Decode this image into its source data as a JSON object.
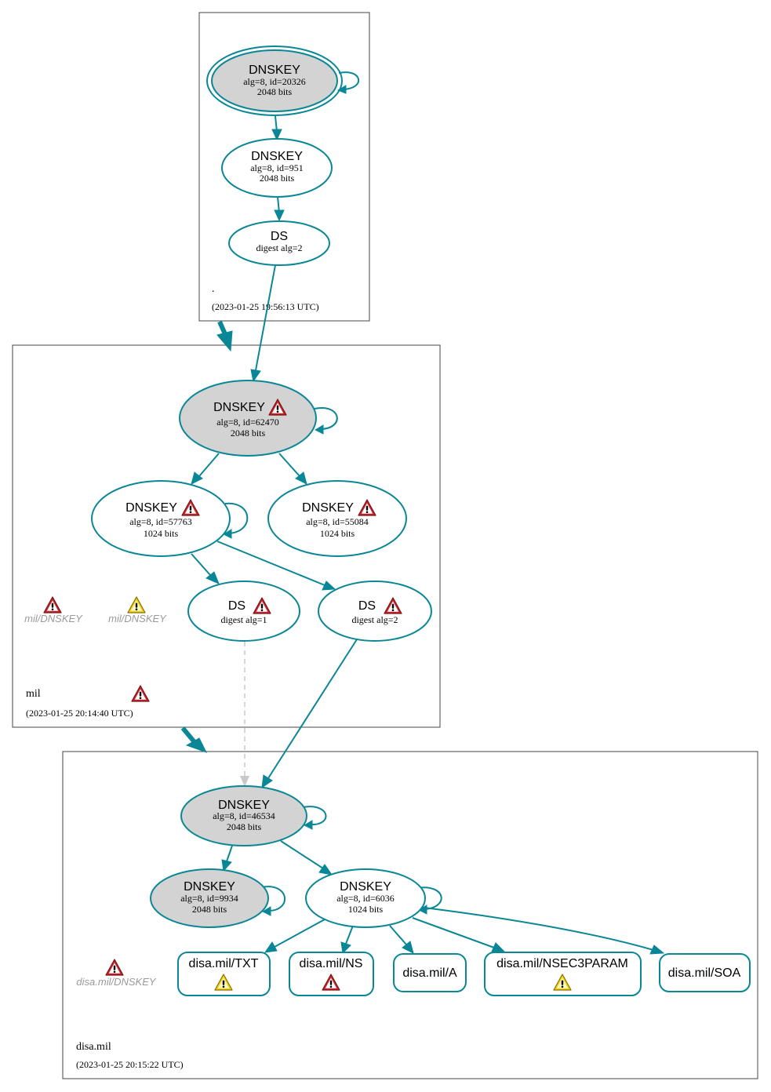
{
  "zones": {
    "root": {
      "name": ".",
      "timestamp": "(2023-01-25 19:56:13 UTC)"
    },
    "mil": {
      "name": "mil",
      "timestamp": "(2023-01-25 20:14:40 UTC)"
    },
    "disa": {
      "name": "disa.mil",
      "timestamp": "(2023-01-25 20:15:22 UTC)"
    }
  },
  "nodes": {
    "root_ksk": {
      "title": "DNSKEY",
      "line1": "alg=8, id=20326",
      "line2": "2048 bits"
    },
    "root_zsk": {
      "title": "DNSKEY",
      "line1": "alg=8, id=951",
      "line2": "2048 bits"
    },
    "root_ds": {
      "title": "DS",
      "line1": "digest alg=2"
    },
    "mil_ksk": {
      "title": "DNSKEY",
      "line1": "alg=8, id=62470",
      "line2": "2048 bits"
    },
    "mil_zsk1": {
      "title": "DNSKEY",
      "line1": "alg=8, id=57763",
      "line2": "1024 bits"
    },
    "mil_zsk2": {
      "title": "DNSKEY",
      "line1": "alg=8, id=55084",
      "line2": "1024 bits"
    },
    "mil_ds1": {
      "title": "DS",
      "line1": "digest alg=1"
    },
    "mil_ds2": {
      "title": "DS",
      "line1": "digest alg=2"
    },
    "disa_ksk": {
      "title": "DNSKEY",
      "line1": "alg=8, id=46534",
      "line2": "2048 bits"
    },
    "disa_k2": {
      "title": "DNSKEY",
      "line1": "alg=8, id=9934",
      "line2": "2048 bits"
    },
    "disa_zsk": {
      "title": "DNSKEY",
      "line1": "alg=8, id=6036",
      "line2": "1024 bits"
    }
  },
  "records": {
    "txt": "disa.mil/TXT",
    "ns": "disa.mil/NS",
    "a": "disa.mil/A",
    "nsec3param": "disa.mil/NSEC3PARAM",
    "soa": "disa.mil/SOA"
  },
  "ghost_nodes": {
    "mil_dnskey_error": "mil/DNSKEY",
    "mil_dnskey_warning": "mil/DNSKEY",
    "disa_dnskey_error": "disa.mil/DNSKEY"
  },
  "icons": {
    "error": "error-triangle-icon",
    "warning": "warning-triangle-icon"
  },
  "colors": {
    "edge": "#0a8796",
    "secure_key_fill": "#d3d3d3",
    "insecure_fill": "#ffffff",
    "error_red": "#c8282d",
    "warning_yellow": "#f2d31b",
    "dashed_edge": "#c9c9c9",
    "zone_border": "#444444"
  }
}
